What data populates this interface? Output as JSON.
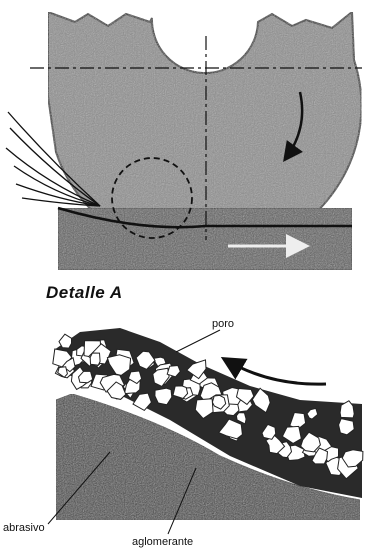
{
  "figure": {
    "detail_title": "Detalle A",
    "labels": {
      "pore": "poro",
      "abrasive": "abrasivo",
      "binder": "aglomerante"
    }
  },
  "colors": {
    "ink": "#111111",
    "wheel_fill": "#8d8d8d",
    "workpiece_fill": "#5a5a5a",
    "grain_fill": "#ffffff",
    "binder_fill": "#2a2a2a"
  }
}
